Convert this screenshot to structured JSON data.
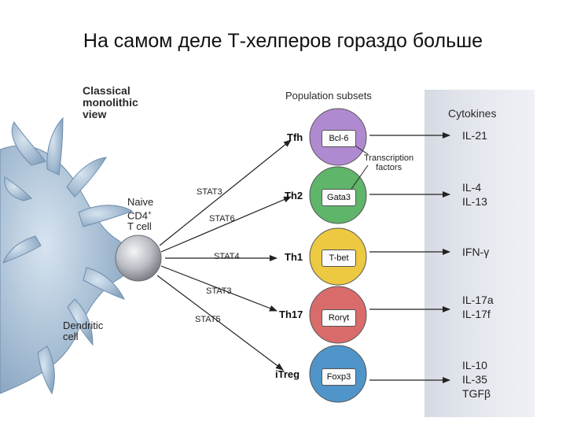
{
  "title": "На самом деле Т-хелперов гораздо больше",
  "classical_view": [
    "Classical",
    "monolithic",
    "view"
  ],
  "population_subsets_label": "Population subsets",
  "cytokines_label": "Cytokines",
  "naive_cell": {
    "line1": "Naive",
    "line2": "CD4",
    "sup": "+",
    "line3": "T cell"
  },
  "dendritic_cell": [
    "Dendritic",
    "cell"
  ],
  "transcription_factors_label": [
    "Transcription",
    "factors"
  ],
  "stat_labels": [
    "STAT3",
    "STAT6",
    "STAT4",
    "STAT3",
    "STAT5"
  ],
  "subsets": [
    {
      "name": "Tfh",
      "tf": "Bcl-6",
      "color": "#b08ad0",
      "cytokines": [
        "IL-21"
      ]
    },
    {
      "name": "Th2",
      "tf": "Gata3",
      "color": "#5fb56a",
      "cytokines": [
        "IL-4",
        "IL-13"
      ]
    },
    {
      "name": "Th1",
      "tf": "T-bet",
      "color": "#ecc940",
      "cytokines": [
        "IFN-γ"
      ]
    },
    {
      "name": "Th17",
      "tf": "Rorγt",
      "color": "#d96b6b",
      "cytokines": [
        "IL-17a",
        "IL-17f"
      ]
    },
    {
      "name": "iTreg",
      "tf": "Foxp3",
      "color": "#4f95c9",
      "cytokines": [
        "IL-10",
        "IL-35",
        "TGFβ"
      ]
    }
  ]
}
